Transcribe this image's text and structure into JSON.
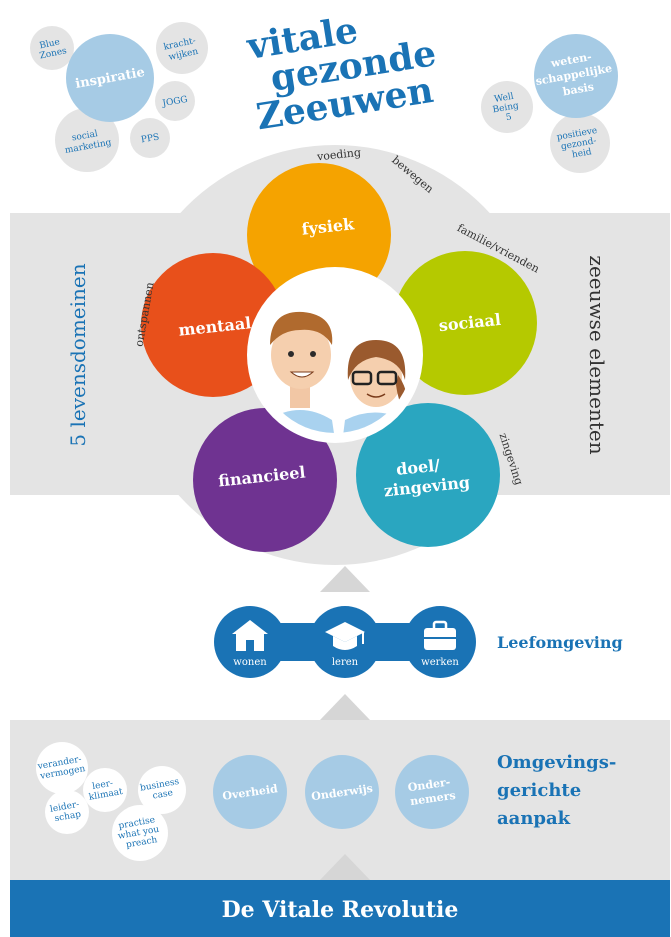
{
  "title": {
    "line1": "vitale",
    "line2": "gezonde",
    "line3": "Zeeuwen"
  },
  "left_cloud": {
    "center": "inspiratie",
    "blue_zones": [
      "Blue",
      "Zones"
    ],
    "krachtwijken": [
      "kracht-",
      "wijken"
    ],
    "jogg": "JOGG",
    "social_marketing": [
      "social",
      "marketing"
    ],
    "pps": "PPS"
  },
  "right_cloud": {
    "center": [
      "weten-",
      "schappelijke",
      "basis"
    ],
    "well_being": [
      "Well",
      "Being",
      "5"
    ],
    "positieve": [
      "positieve",
      "gezond-",
      "heid"
    ]
  },
  "domains": {
    "fysiek": "fysiek",
    "sociaal": "sociaal",
    "doel": [
      "doel/",
      "zingeving"
    ],
    "financieel": "financieel",
    "mentaal": "mentaal"
  },
  "elements": {
    "voeding": "voeding",
    "bewegen": "bewegen",
    "familie": "familie/vrienden",
    "zingeving": "zingeving",
    "ontspannen": "ontspannen"
  },
  "side_labels": {
    "left": "5 levensdomeinen",
    "right": "zeeuwse elementen"
  },
  "leefomgeving": {
    "label": "Leefomgeving",
    "items": [
      {
        "label": "wonen",
        "icon": "house-icon"
      },
      {
        "label": "leren",
        "icon": "graduation-cap-icon"
      },
      {
        "label": "werken",
        "icon": "briefcase-icon"
      }
    ]
  },
  "omgeving": {
    "label": [
      "Omgevings-",
      "gerichte",
      "aanpak"
    ],
    "overheid": "Overheid",
    "onderwijs": "Onderwijs",
    "ondernemers": [
      "Onder-",
      "nemers"
    ]
  },
  "small_cloud": {
    "verandervermogen": [
      "verander-",
      "vermogen"
    ],
    "leerklimaat": [
      "leer-",
      "klimaat"
    ],
    "business": [
      "business",
      "case"
    ],
    "leiderschap": [
      "leider-",
      "schap"
    ],
    "practise": [
      "practise",
      "what you",
      "preach"
    ]
  },
  "footer": "De Vitale Revolutie",
  "colors": {
    "blue": "#1a73b5",
    "light_blue": "#a6cbe5",
    "grey": "#e4e4e4",
    "orange": "#f5a300",
    "green": "#b5c900",
    "teal": "#2aa6c0",
    "purple": "#6f3391",
    "red": "#e8501b"
  }
}
